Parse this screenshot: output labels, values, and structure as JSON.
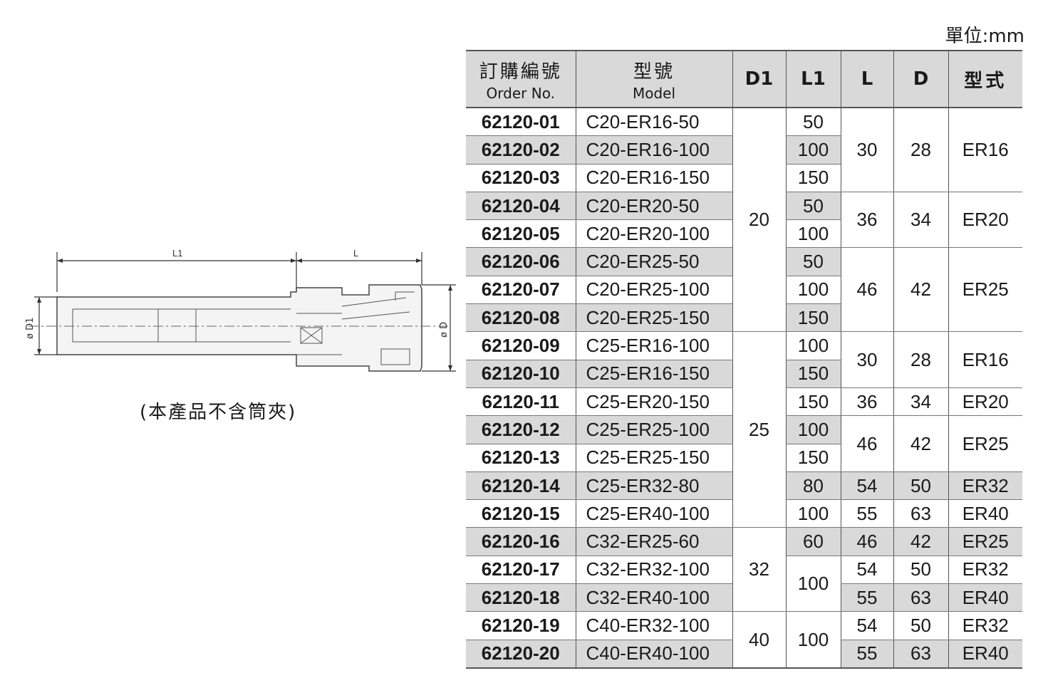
{
  "unit_label": "單位:mm",
  "note": "(本產品不含筒夾)",
  "drawing": {
    "label_L1": "L1",
    "label_L": "L",
    "label_D1": "ø D1",
    "label_D": "ø D"
  },
  "table": {
    "headers": {
      "order_zh": "訂購編號",
      "order_en": "Order No.",
      "model_zh": "型號",
      "model_en": "Model",
      "d1": "D1",
      "l1": "L1",
      "l": "L",
      "d": "D",
      "type": "型式"
    },
    "rows": [
      {
        "order": "62120-01",
        "model": "C20-ER16-50"
      },
      {
        "order": "62120-02",
        "model": "C20-ER16-100"
      },
      {
        "order": "62120-03",
        "model": "C20-ER16-150"
      },
      {
        "order": "62120-04",
        "model": "C20-ER20-50"
      },
      {
        "order": "62120-05",
        "model": "C20-ER20-100"
      },
      {
        "order": "62120-06",
        "model": "C20-ER25-50"
      },
      {
        "order": "62120-07",
        "model": "C20-ER25-100"
      },
      {
        "order": "62120-08",
        "model": "C20-ER25-150"
      },
      {
        "order": "62120-09",
        "model": "C25-ER16-100"
      },
      {
        "order": "62120-10",
        "model": "C25-ER16-150"
      },
      {
        "order": "62120-11",
        "model": "C25-ER20-150"
      },
      {
        "order": "62120-12",
        "model": "C25-ER25-100"
      },
      {
        "order": "62120-13",
        "model": "C25-ER25-150"
      },
      {
        "order": "62120-14",
        "model": "C25-ER32-80"
      },
      {
        "order": "62120-15",
        "model": "C25-ER40-100"
      },
      {
        "order": "62120-16",
        "model": "C32-ER25-60"
      },
      {
        "order": "62120-17",
        "model": "C32-ER32-100"
      },
      {
        "order": "62120-18",
        "model": "C32-ER40-100"
      },
      {
        "order": "62120-19",
        "model": "C40-ER32-100"
      },
      {
        "order": "62120-20",
        "model": "C40-ER40-100"
      }
    ],
    "d1_groups": [
      "20",
      "25",
      "32",
      "40"
    ],
    "l1_values": [
      "50",
      "100",
      "150",
      "50",
      "100",
      "50",
      "100",
      "150",
      "100",
      "150",
      "150",
      "100",
      "150",
      "80",
      "100",
      "60",
      "100",
      "100"
    ],
    "ldt_groups": [
      {
        "l": "30",
        "d": "28",
        "type": "ER16"
      },
      {
        "l": "36",
        "d": "34",
        "type": "ER20"
      },
      {
        "l": "46",
        "d": "42",
        "type": "ER25"
      },
      {
        "l": "30",
        "d": "28",
        "type": "ER16"
      },
      {
        "l": "36",
        "d": "34",
        "type": "ER20"
      },
      {
        "l": "46",
        "d": "42",
        "type": "ER25"
      },
      {
        "l": "54",
        "d": "50",
        "type": "ER32"
      },
      {
        "l": "55",
        "d": "63",
        "type": "ER40"
      },
      {
        "l": "46",
        "d": "42",
        "type": "ER25"
      },
      {
        "l": "54",
        "d": "50",
        "type": "ER32"
      },
      {
        "l": "55",
        "d": "63",
        "type": "ER40"
      },
      {
        "l": "54",
        "d": "50",
        "type": "ER32"
      },
      {
        "l": "55",
        "d": "63",
        "type": "ER40"
      }
    ]
  }
}
